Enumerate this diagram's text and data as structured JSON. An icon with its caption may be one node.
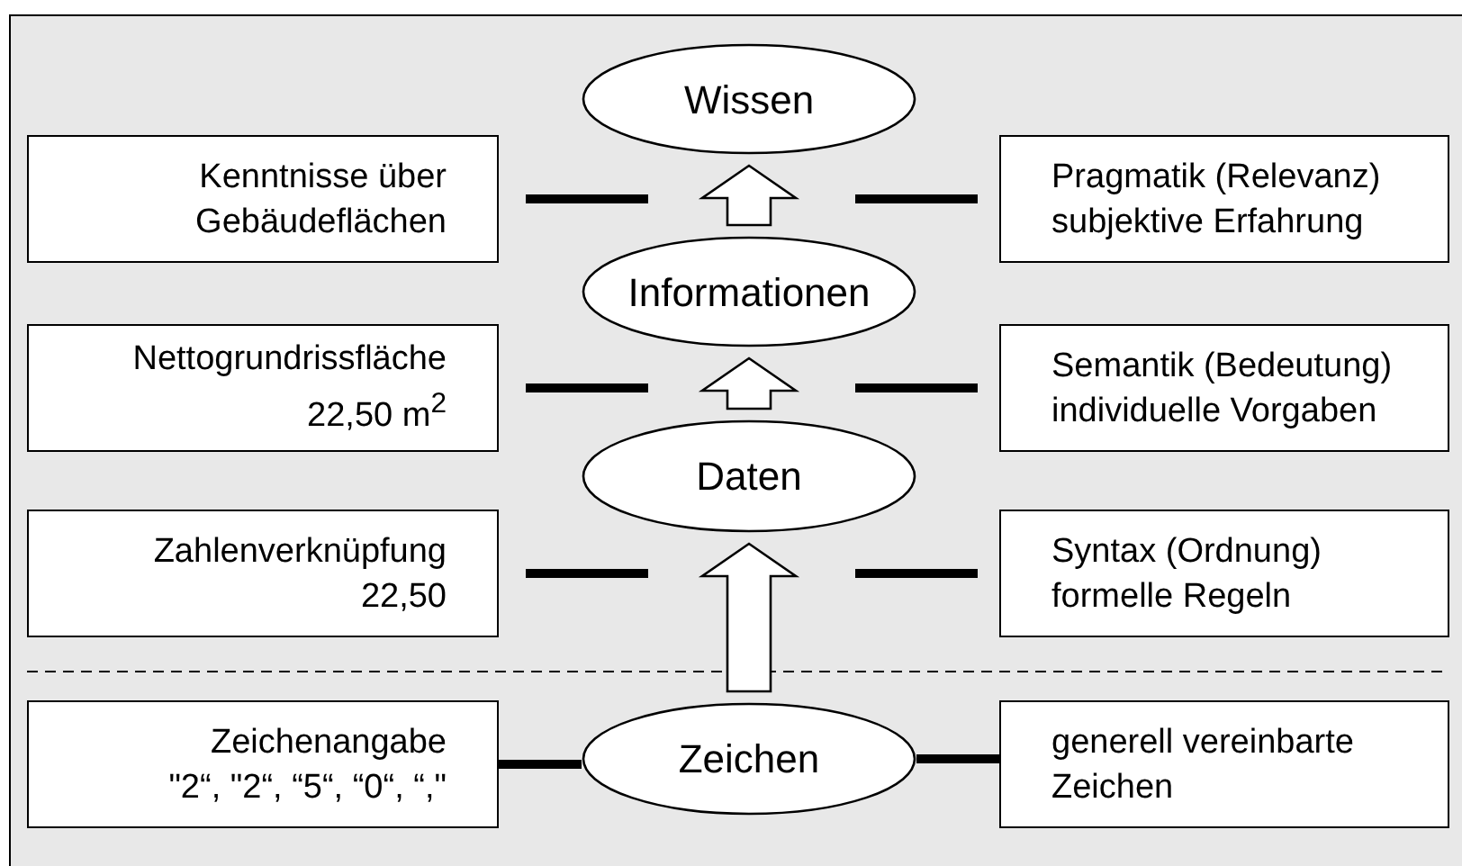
{
  "diagram": {
    "nodes": [
      {
        "text": [
          "Wissen"
        ]
      },
      {
        "text": [
          "Kenntnisse über Gebäudeflächen"
        ]
      },
      {
        "text": [
          "Pragmatik (Relevanz) subjektive Erfahrung"
        ]
      },
      {
        "text": [
          "Informationen"
        ]
      },
      {
        "text": [
          "Nettogrundrissfläche 22,50 m$^{2}$"
        ]
      },
      {
        "text": [
          "Semantik (Bedeutung) individuelle Vorgaben"
        ]
      },
      {
        "text": [
          "Daten"
        ]
      },
      {
        "text": [
          "Zahlenverknüpfung 22,50"
        ]
      },
      {
        "text": [
          "Syntax (Ordnung) formelle Regeln"
        ]
      },
      {
        "text": [
          "Zeichenangabe \"2“, \"2“, “5“, “0“, “,\""
        ]
      },
      {
        "text": [
          "Zeichen"
        ]
      },
      {
        "text": [
          "generell vereinbarte Zeichen"
        ]
      }
    ],
    "edges": [
      {
        "from": 3,
        "to": 0,
        "arrow": "to"
      },
      {
        "from": 1,
        "to": null,
        "arrow": "none"
      },
      {
        "from": 2,
        "to": null,
        "arrow": "none"
      },
      {
        "from": 6,
        "to": 3,
        "arrow": "to"
      },
      {
        "from": 4,
        "to": null,
        "arrow": "none"
      },
      {
        "from": 5,
        "to": null,
        "arrow": "none"
      },
      {
        "from": 10,
        "to": 6,
        "arrow": "to"
      },
      {
        "from": 7,
        "to": null,
        "arrow": "none"
      },
      {
        "from": 8,
        "to": null,
        "arrow": "none"
      },
      {
        "from": 9,
        "to": 10,
        "arrow": "none"
      },
      {
        "from": 10,
        "to": 11,
        "arrow": "none"
      }
    ]
  }
}
